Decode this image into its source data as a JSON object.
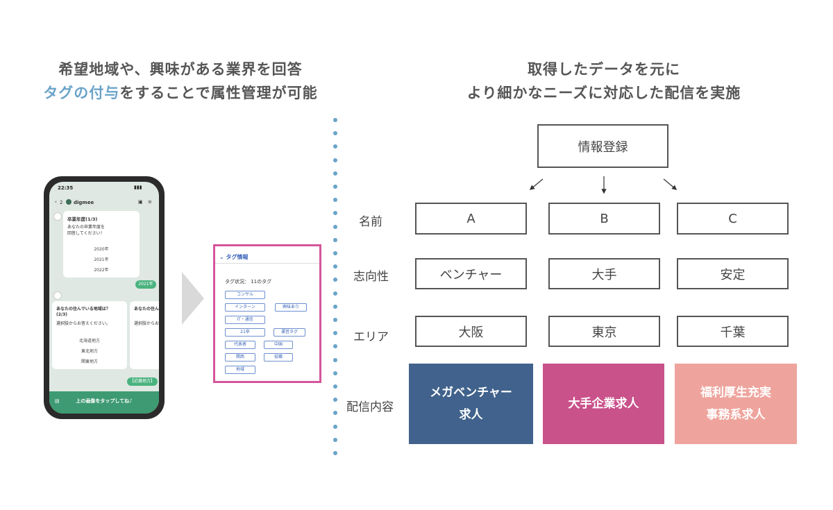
{
  "left_heading": {
    "line1": "希望地域や、興味がある業界を回答",
    "line2_accent": "タグの付与",
    "line2_rest": "をすることで属性管理が可能"
  },
  "right_heading": {
    "line1": "取得したデータを元に",
    "line2": "より細かなニーズに対応した配信を実施"
  },
  "phone": {
    "time": "22:35",
    "back_count": "2",
    "account": "digmee",
    "q1": {
      "title": "卒業年度(1/3)",
      "body1": "あなたの卒業年度を",
      "body2": "回答してください！",
      "options": [
        "2020年",
        "2021年",
        "2022年"
      ]
    },
    "reply1": "2021年",
    "q2": {
      "title": "あなたの住んでいる地域は？",
      "step": "(2/3)",
      "body": "選択肢からお答えください。",
      "options": [
        "北海道地方",
        "東北地方",
        "関東地方"
      ]
    },
    "q2b_title": "あなたの住んでいる",
    "q2b_body": "選択肢からお",
    "reply2": "【近畿地方】",
    "cta": "上の画像をタップしてね♪"
  },
  "tag_panel": {
    "header": "タグ情報",
    "status": "タグ状況： 11のタグ",
    "tags": [
      "コンサル",
      "インターン",
      "興味あり",
      "IT・通信",
      "21卒",
      "運営タグ",
      "代表者",
      "中国",
      "関西",
      "役職",
      "地域"
    ]
  },
  "flow": {
    "top_box": "情報登録",
    "row_labels": [
      "名前",
      "志向性",
      "エリア",
      "配信内容"
    ],
    "names": [
      "A",
      "B",
      "C"
    ],
    "orientation": [
      "ベンチャー",
      "大手",
      "安定"
    ],
    "area": [
      "大阪",
      "東京",
      "千葉"
    ],
    "content": [
      {
        "line1": "メガベンチャー",
        "line2": "求人",
        "color": "#40628c"
      },
      {
        "line1": "大手企業求人",
        "line2": "",
        "color": "#c9528b"
      },
      {
        "line1": "福利厚生充実",
        "line2": "事務系求人",
        "color": "#eea49d"
      }
    ]
  },
  "colors": {
    "accent": "#6aa3c8",
    "tag_border": "#d4559a",
    "phone_green": "#3e9a72"
  }
}
